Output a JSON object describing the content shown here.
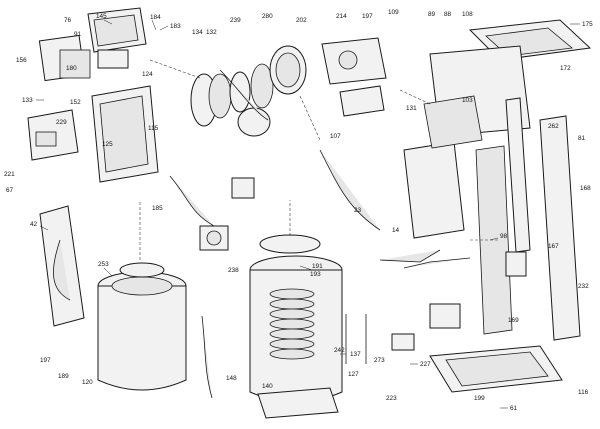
{
  "diagram": {
    "type": "exploded-parts-view",
    "ink_color": "#1a1a1a",
    "background": "#ffffff",
    "callouts": [
      {
        "id": "c1",
        "label": "145"
      },
      {
        "id": "c2",
        "label": "184"
      },
      {
        "id": "c3",
        "label": "183"
      },
      {
        "id": "c4",
        "label": "239"
      },
      {
        "id": "c5",
        "label": "280"
      },
      {
        "id": "c6",
        "label": "202"
      },
      {
        "id": "c7",
        "label": "214"
      },
      {
        "id": "c8",
        "label": "197"
      },
      {
        "id": "c9",
        "label": "109"
      },
      {
        "id": "c10",
        "label": "89"
      },
      {
        "id": "c11",
        "label": "88"
      },
      {
        "id": "c12",
        "label": "108"
      },
      {
        "id": "c13",
        "label": "175"
      },
      {
        "id": "c14",
        "label": "156"
      },
      {
        "id": "c15",
        "label": "76"
      },
      {
        "id": "c16",
        "label": "91"
      },
      {
        "id": "c17",
        "label": "134"
      },
      {
        "id": "c18",
        "label": "132"
      },
      {
        "id": "c19",
        "label": "180"
      },
      {
        "id": "c20",
        "label": "124"
      },
      {
        "id": "c21",
        "label": "133"
      },
      {
        "id": "c22",
        "label": "152"
      },
      {
        "id": "c23",
        "label": "229"
      },
      {
        "id": "c24",
        "label": "221"
      },
      {
        "id": "c25",
        "label": "42"
      },
      {
        "id": "c26",
        "label": "67"
      },
      {
        "id": "c27",
        "label": "253"
      },
      {
        "id": "c28",
        "label": "120"
      },
      {
        "id": "c29",
        "label": "197"
      },
      {
        "id": "c30",
        "label": "189"
      },
      {
        "id": "c31",
        "label": "191"
      },
      {
        "id": "c32",
        "label": "242"
      },
      {
        "id": "c33",
        "label": "140"
      },
      {
        "id": "c34",
        "label": "137"
      },
      {
        "id": "c35",
        "label": "127"
      },
      {
        "id": "c36",
        "label": "223"
      },
      {
        "id": "c37",
        "label": "232"
      },
      {
        "id": "c38",
        "label": "199"
      },
      {
        "id": "c39",
        "label": "61"
      },
      {
        "id": "c40",
        "label": "116"
      },
      {
        "id": "c41",
        "label": "168"
      },
      {
        "id": "c42",
        "label": "167"
      },
      {
        "id": "c43",
        "label": "169"
      },
      {
        "id": "c44",
        "label": "98"
      },
      {
        "id": "c45",
        "label": "81"
      },
      {
        "id": "c46",
        "label": "172"
      },
      {
        "id": "c47",
        "label": "262"
      },
      {
        "id": "c48",
        "label": "103"
      },
      {
        "id": "c49",
        "label": "131"
      },
      {
        "id": "c50",
        "label": "14"
      },
      {
        "id": "c51",
        "label": "23"
      },
      {
        "id": "c52",
        "label": "193"
      },
      {
        "id": "c53",
        "label": "238"
      },
      {
        "id": "c54",
        "label": "185"
      },
      {
        "id": "c55",
        "label": "125"
      },
      {
        "id": "c56",
        "label": "115"
      },
      {
        "id": "c57",
        "label": "107"
      },
      {
        "id": "c58",
        "label": "273"
      },
      {
        "id": "c59",
        "label": "227"
      },
      {
        "id": "c60",
        "label": "148"
      }
    ]
  }
}
